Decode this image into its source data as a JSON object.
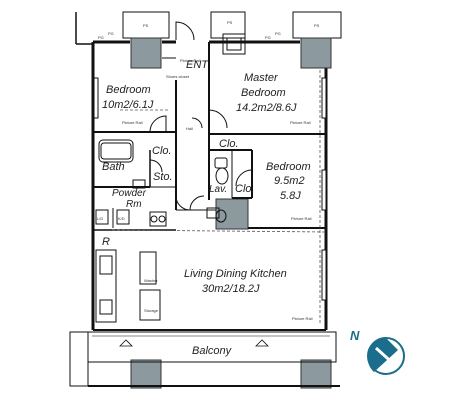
{
  "rooms": {
    "ent": "ENT",
    "shoe_closet": "Shoes closet",
    "bedroom1_name": "Bedroom",
    "bedroom1_size": "10m2/6.1J",
    "master_name1": "Master",
    "master_name2": "Bedroom",
    "master_size": "14.2m2/8.6J",
    "hall": "Hall",
    "clo_1": "Clo.",
    "clo_2": "Clo.",
    "clo_3": "Clo.",
    "sto": "Sto.",
    "lav": "Lav.",
    "bath": "Bath",
    "powder1": "Powder",
    "powder2": "Rm",
    "bedroom3_name": "Bedroom",
    "bedroom3_size1": "9.5m2",
    "bedroom3_size2": "5.8J",
    "r": "R",
    "ldk_name": "Living Dining Kitchen",
    "ldk_size": "30m2/18.2J",
    "balcony": "Balcony",
    "north": "N"
  },
  "small_labels": {
    "ps_1": "PS",
    "ps_2": "PS",
    "ps_3": "PS",
    "pg_1": "PG",
    "pg_2": "PG",
    "pg_3": "PG",
    "pg_4": "PG",
    "picture_rail_1": "Picture Rail",
    "picture_rail_2": "Picture Rail",
    "picture_rail_3": "Picture Rail",
    "picture_rail_4": "Picture Rail",
    "picture_rail_5": "Picture Rail",
    "storage": "Storage",
    "washer": "Washer",
    "ld": "L/D",
    "kd": "K/D"
  },
  "colors": {
    "wall": "#111111",
    "column_fill": "#8c9aa0",
    "compass": "#1a6e8c"
  }
}
